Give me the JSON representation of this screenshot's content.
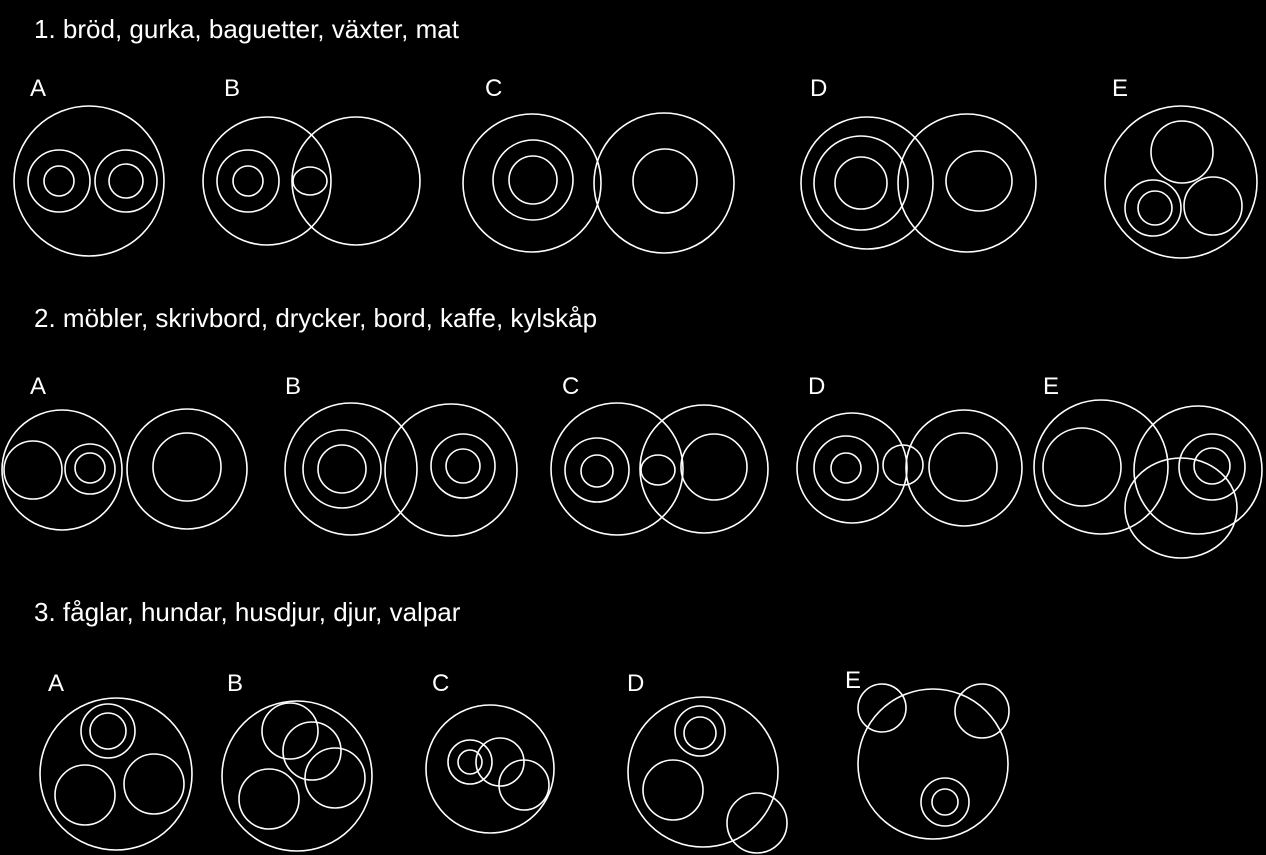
{
  "questions": [
    {
      "id": "q1",
      "title": "1. bröd, gurka, baguetter, växter, mat",
      "options": [
        {
          "label": "A"
        },
        {
          "label": "B"
        },
        {
          "label": "C"
        },
        {
          "label": "D"
        },
        {
          "label": "E"
        }
      ]
    },
    {
      "id": "q2",
      "title": "2. möbler, skrivbord, drycker, bord, kaffe, kylskåp",
      "options": [
        {
          "label": "A"
        },
        {
          "label": "B"
        },
        {
          "label": "C"
        },
        {
          "label": "D"
        },
        {
          "label": "E"
        }
      ]
    },
    {
      "id": "q3",
      "title": "3. fåglar, hundar, husdjur, djur, valpar",
      "options": [
        {
          "label": "A"
        },
        {
          "label": "B"
        },
        {
          "label": "C"
        },
        {
          "label": "D"
        },
        {
          "label": "E"
        }
      ]
    }
  ],
  "colors": {
    "background": "#000000",
    "foreground": "#ffffff"
  }
}
